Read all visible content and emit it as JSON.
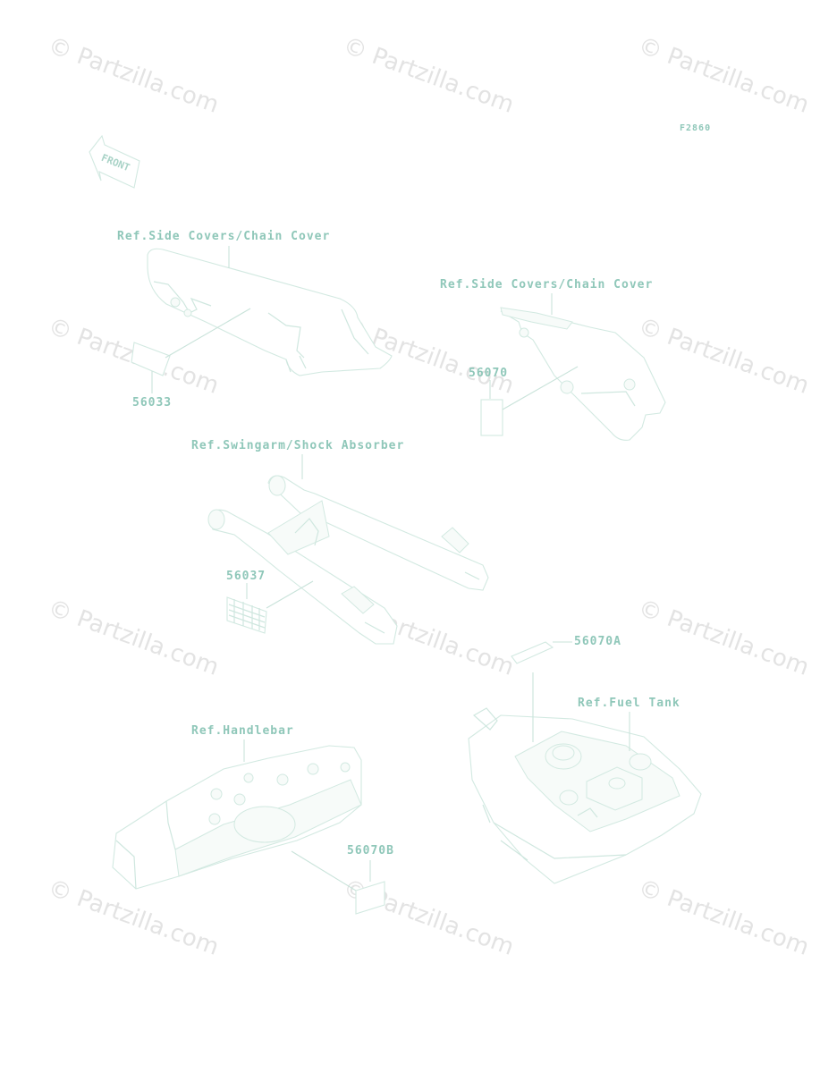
{
  "diagram_code": "F2860",
  "front_label": "FRONT",
  "watermark_text": "© Partzilla.com",
  "labels": {
    "ref_chain_cover_left": "Ref.Side Covers/Chain Cover",
    "ref_chain_cover_right": "Ref.Side Covers/Chain Cover",
    "ref_swingarm": "Ref.Swingarm/Shock Absorber",
    "ref_handlebar": "Ref.Handlebar",
    "ref_fuel_tank": "Ref.Fuel Tank"
  },
  "part_numbers": {
    "p56033": "56033",
    "p56070": "56070",
    "p56037": "56037",
    "p56070A": "56070A",
    "p56070B": "56070B"
  },
  "colors": {
    "label": "#8fc7b9",
    "linework": "#cfe7df",
    "watermark": "#e3e3e3"
  }
}
